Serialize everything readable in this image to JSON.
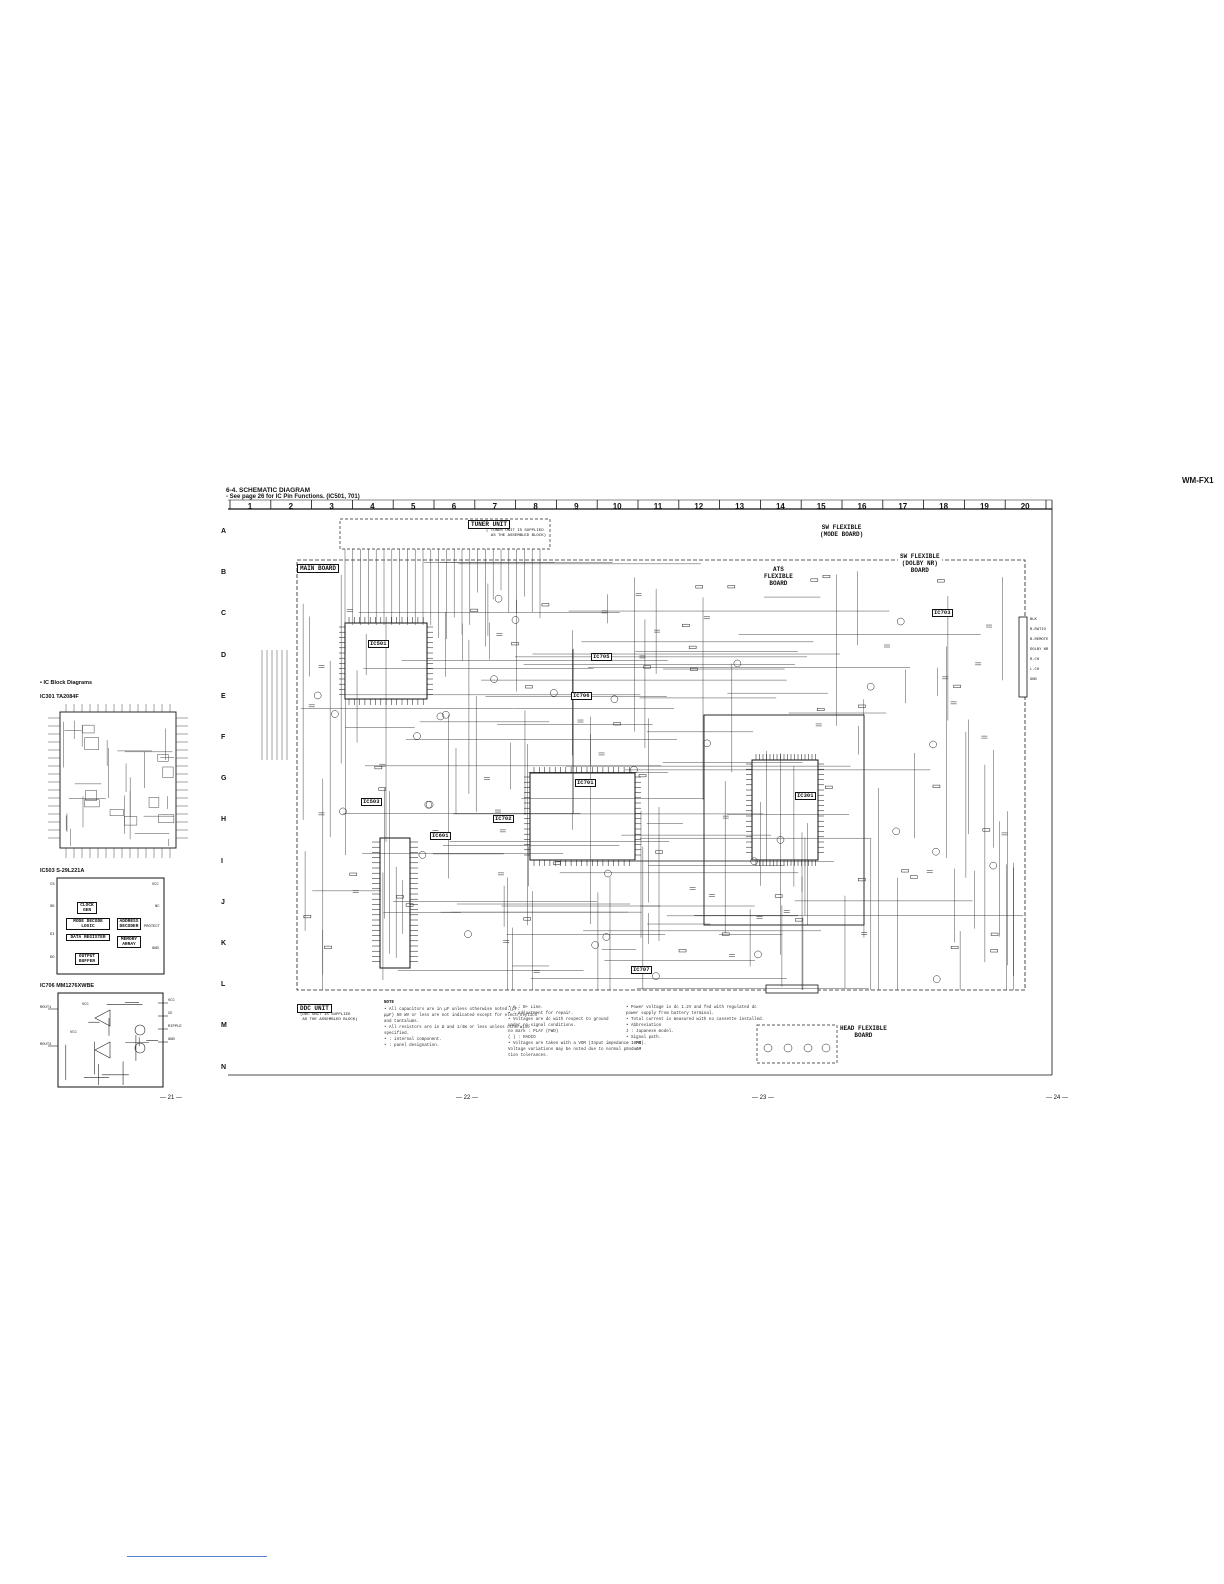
{
  "model": "WM-FX1",
  "section": {
    "title": "6-4. SCHEMATIC DIAGRAM",
    "subtitle": "- See page 26 for IC Pin Functions. (IC501, 701)"
  },
  "grid": {
    "columns": [
      "1",
      "2",
      "3",
      "4",
      "5",
      "6",
      "7",
      "8",
      "9",
      "10",
      "11",
      "12",
      "13",
      "14",
      "15",
      "16",
      "17",
      "18",
      "19",
      "20"
    ],
    "rows": [
      "A",
      "B",
      "C",
      "D",
      "E",
      "F",
      "G",
      "H",
      "I",
      "J",
      "K",
      "L",
      "M",
      "N"
    ]
  },
  "boards": {
    "tuner": "TUNER UNIT",
    "tuner_note": "( TUNER UNIT IS SUPPLIED\n  AS THE ASSEMBLED BLOCK)",
    "main": "MAIN BOARD",
    "sw_mode_1": "SW FLEXIBLE",
    "sw_mode_2": "(MODE BOARD)",
    "sw_dolby_1": "SW FLEXIBLE",
    "sw_dolby_2": "(DOLBY NR)",
    "sw_dolby_3": "BOARD",
    "ats_1": "ATS",
    "ats_2": "FLEXIBLE",
    "ats_3": "BOARD",
    "ddc": "DDC UNIT",
    "ddc_note": "(DDC UNIT IS SUPPLIED\n AS THE ASSEMBLED BLOCK)",
    "head_1": "HEAD FLEXIBLE",
    "head_2": "BOARD"
  },
  "ics": {
    "ic501": "IC501",
    "ic503": "IC503",
    "ic601": "IC601",
    "ic701": "IC701",
    "ic702": "IC702",
    "ic703": "IC703",
    "ic705": "IC705",
    "ic706": "IC706",
    "ic707": "IC707",
    "ic301": "IC301"
  },
  "left_panel": {
    "heading": "• IC Block Diagrams",
    "ic301": "IC301  TA2084F",
    "ic503": "IC503  S-29L221A",
    "ic706": "IC706  MM1276XWBE",
    "ic503_blocks": [
      "CLOCK GEN",
      "MODE DECODE LOGIC",
      "ADDRESS DECODER",
      "DATA REGISTER",
      "MEMORY ARRAY",
      "OUTPUT BUFFER"
    ],
    "ic503_pins_left": [
      "CS",
      "SK",
      "DI",
      "DO"
    ],
    "ic503_pins_right": [
      "VCC",
      "NC",
      "PROTECT",
      "GND"
    ],
    "ic706_pins_left": [
      "ROUT1",
      "ROUT2"
    ],
    "ic706_pins_right": [
      "VCC",
      "CE",
      "RIPPLE",
      "GND"
    ],
    "ic706_inner": [
      "VCC",
      "VCC"
    ]
  },
  "notes": {
    "heading": "NOTE",
    "col1": [
      "• All capacitors are in μF unless otherwise noted.(pF:",
      "  μμF) 50 WV or less are not indicated except for electrolytics",
      "  and tantalums.",
      "• All resistors are in Ω and 1/4W or less unless otherwise",
      "  specified.",
      "•      : internal component.",
      "•      : panel designation."
    ],
    "col2": [
      "•  ⊖ : B+ Line.",
      "•      : adjustment for repair.",
      "• Voltages are dc with respect to ground",
      "  under no-signal conditions.",
      "  no mark : PLAY (FWD)",
      "  ( ) : RADIO",
      "• Voltages are taken with a VOM (Input impedance 10MΩ).",
      "  Voltage variations may be noted due to normal produc-",
      "  tion tolerances."
    ],
    "col3": [
      "• Power voltage is dc 1.2V and fed with regulated dc",
      "  power supply from battery terminal.",
      "• Total current is measured with no cassette installed.",
      "• Abbreviation",
      "  J : Japanese model.",
      "• Signal path.",
      "  ⇨ : FM",
      "  ⊃ : AM"
    ]
  },
  "connector_pins": [
    "BLK",
    "B-RATIO",
    "B-REMOTE",
    "DOLBY NR",
    "R-CH",
    "L-CH",
    "GND"
  ],
  "page_numbers": [
    "— 21 —",
    "— 22 —",
    "— 23 —",
    "— 24 —"
  ]
}
